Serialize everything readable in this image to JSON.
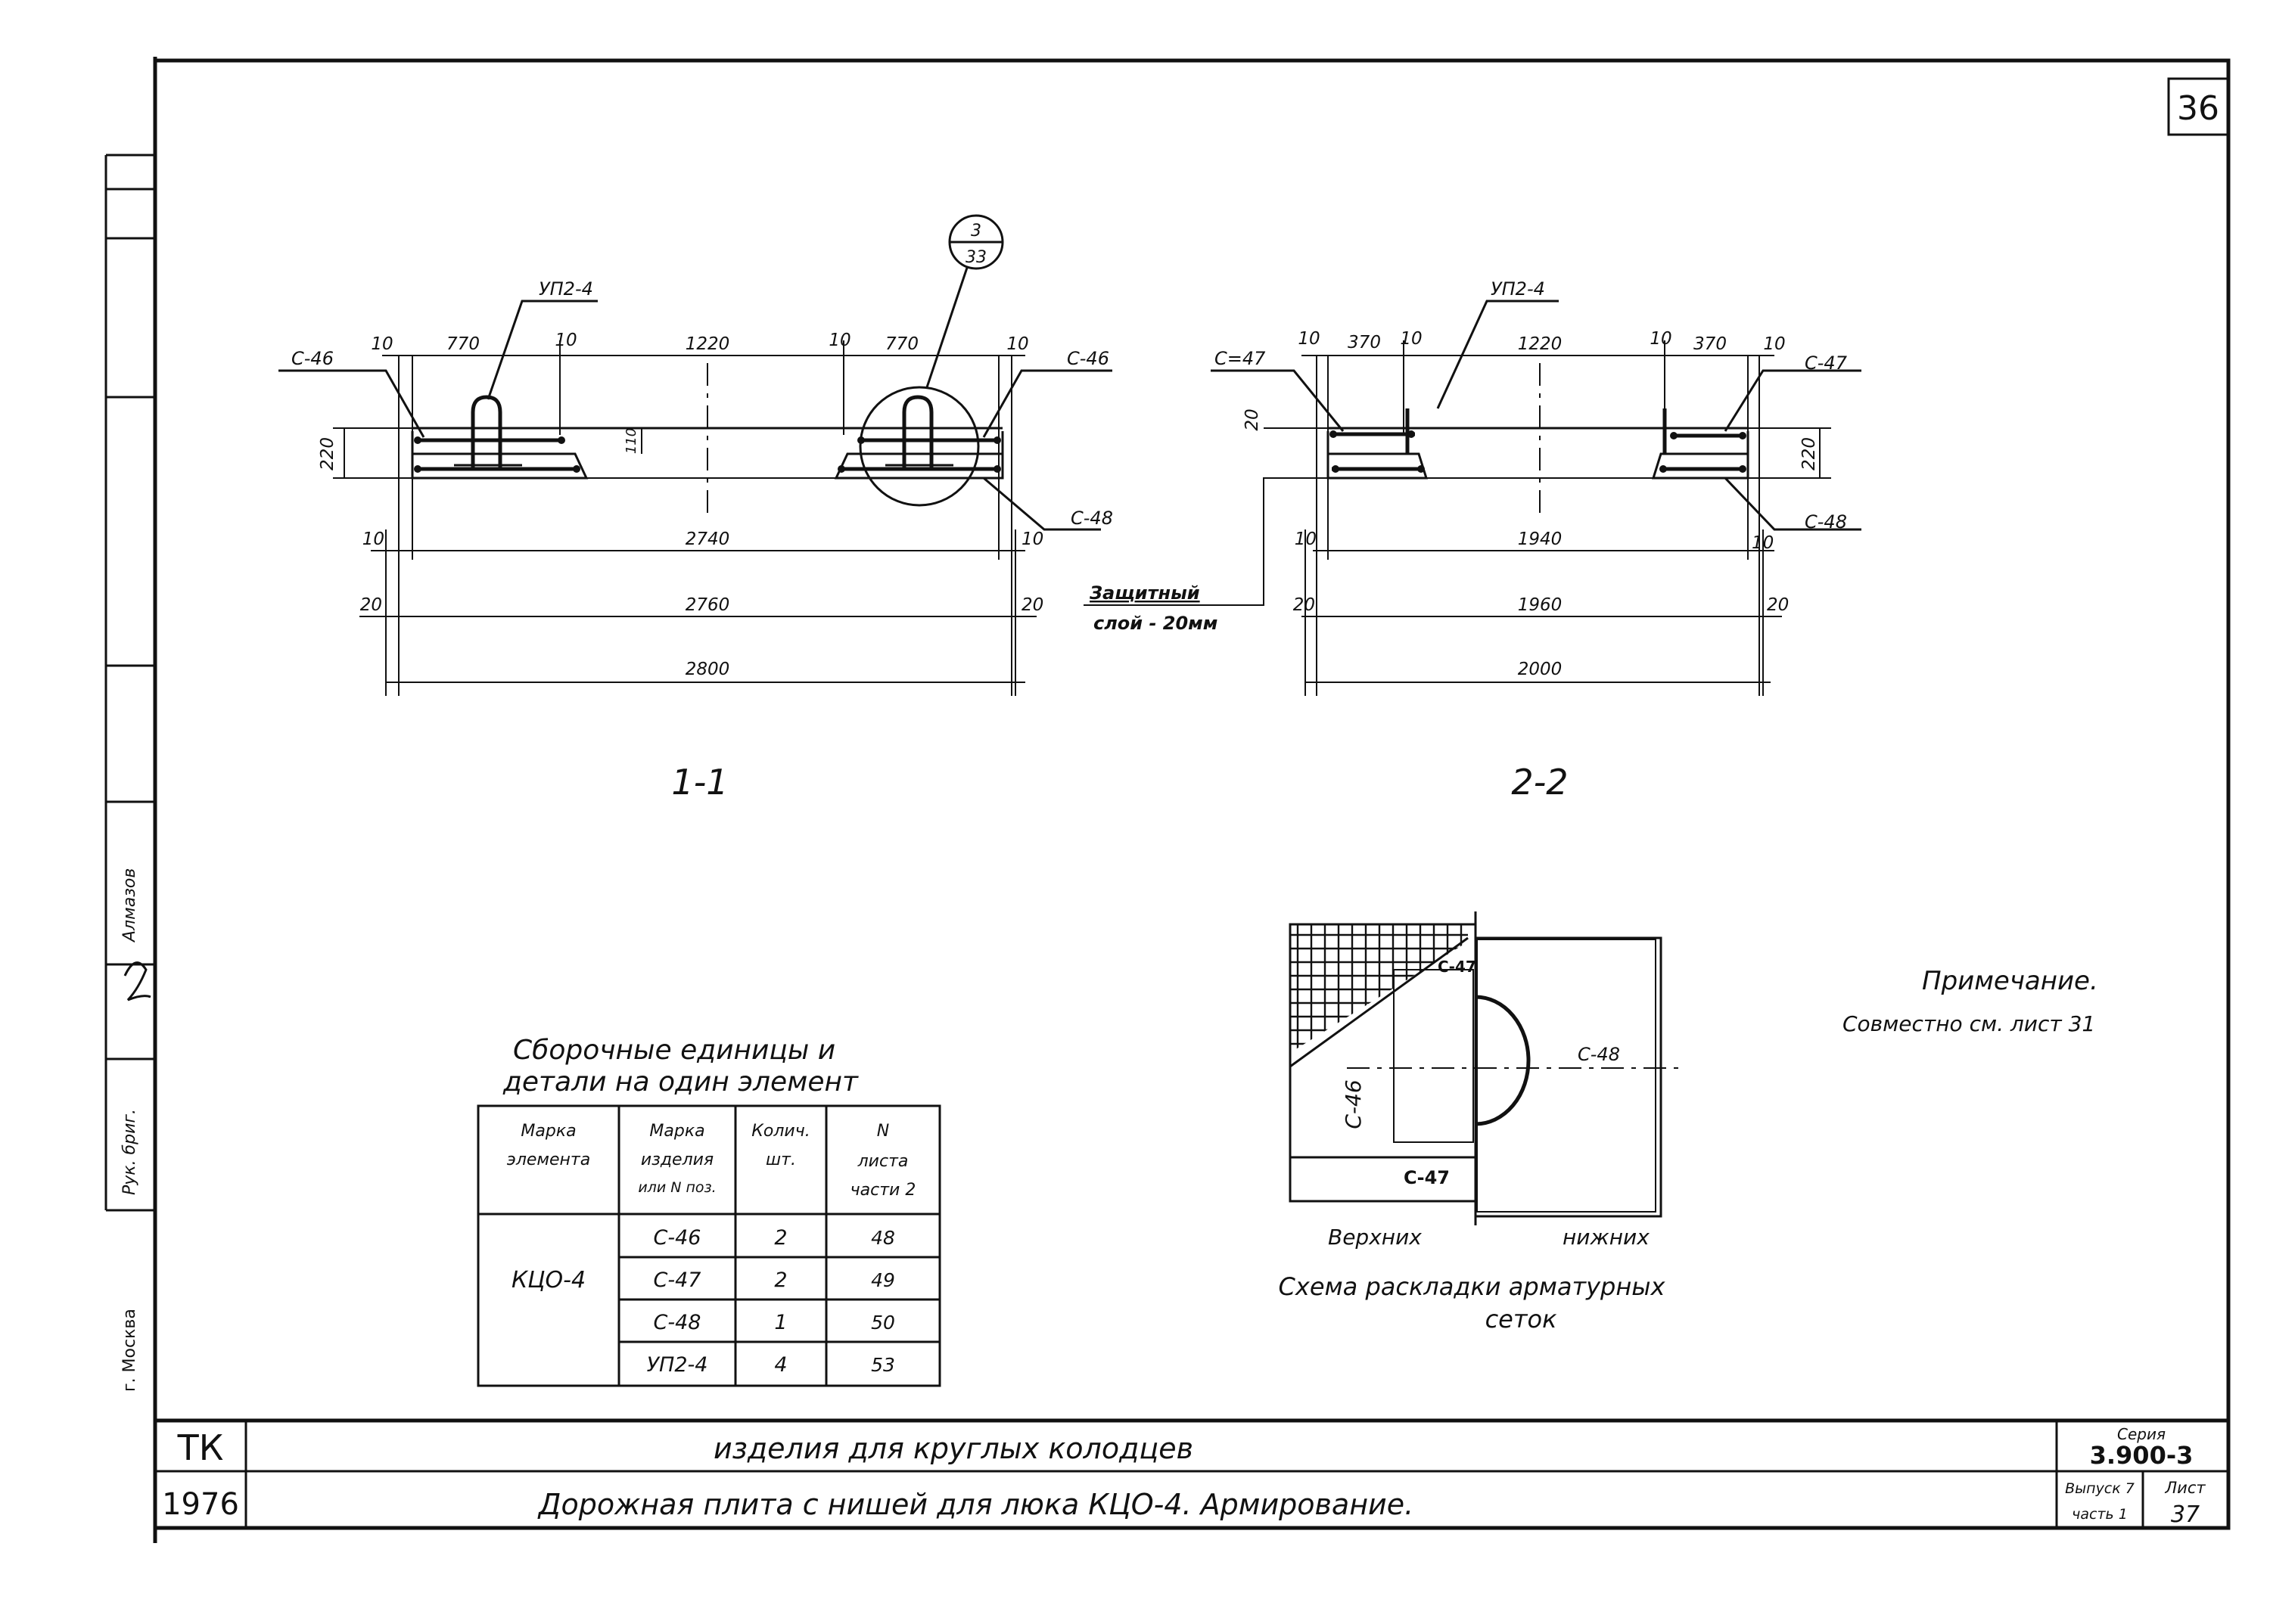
{
  "page_number": "36",
  "sheet_number_frame": "37",
  "section_1": {
    "title": "1-1",
    "labels": {
      "top_left_mesh": "С-46",
      "top_right_mesh": "С-46",
      "bottom_right_mesh": "С-48",
      "loop": "УП2-4",
      "callout_top": "3",
      "callout_bottom": "33"
    },
    "dims_top": [
      "10",
      "770",
      "10",
      "1220",
      "10",
      "770",
      "10"
    ],
    "dim_height": "220",
    "dim_niche": "110",
    "row_1": {
      "left": "10",
      "middle": "2740",
      "right": "10"
    },
    "row_2": {
      "left": "20",
      "middle": "2760",
      "right": "20"
    },
    "row_3": {
      "middle": "2800"
    }
  },
  "section_2": {
    "title": "2-2",
    "labels": {
      "top_left_mesh": "С=47",
      "top_right_mesh": "С-47",
      "bottom_right_mesh": "С-48",
      "loop": "УП2-4"
    },
    "dims_top": [
      "10",
      "370",
      "10",
      "1220",
      "10",
      "370",
      "10"
    ],
    "dim_cover": "20",
    "dim_height": "220",
    "row_1": {
      "left": "10",
      "middle": "1940",
      "right": "10"
    },
    "row_2": {
      "left": "20",
      "middle": "1960",
      "right": "20"
    },
    "row_3": {
      "middle": "2000"
    },
    "cover_note_1": "Защитный",
    "cover_note_2": "слой - 20мм"
  },
  "parts_table": {
    "title_1": "Сборочные единицы и",
    "title_2": "детали на один элемент",
    "headers": [
      [
        "Марка",
        "элемента"
      ],
      [
        "Марка",
        "изделия",
        "или N поз."
      ],
      [
        "Колич.",
        "шт."
      ],
      [
        "N",
        "листа",
        "части 2"
      ]
    ],
    "element": "КЦО-4",
    "rows": [
      {
        "item": "С-46",
        "qty": "2",
        "sheet": "48"
      },
      {
        "item": "С-47",
        "qty": "2",
        "sheet": "49"
      },
      {
        "item": "С-48",
        "qty": "1",
        "sheet": "50"
      },
      {
        "item": "УП2-4",
        "qty": "4",
        "sheet": "53"
      }
    ]
  },
  "scheme": {
    "label_c46": "С-46",
    "label_c47_top": "С-47",
    "label_c47_bottom": "С-47",
    "label_c48": "С-48",
    "caption_upper": "Верхних",
    "caption_lower": "нижних",
    "title_1": "Схема раскладки арматурных",
    "title_2": "сеток"
  },
  "note": {
    "heading": "Примечание.",
    "text": "Совместно см. лист 31"
  },
  "left_margin": {
    "role": "Рук. бриг.",
    "name": "Алмазов",
    "city": "г. Москва"
  },
  "title_block": {
    "org": "ТК",
    "year": "1976",
    "line_1": "изделия для круглых колодцев",
    "line_2": "Дорожная плита с нишей для люка КЦО-4. Армирование.",
    "series_label": "Серия",
    "series": "3.900-3",
    "issue_label": "Выпуск 7",
    "part_label": "часть 1",
    "sheet_label": "Лист"
  }
}
